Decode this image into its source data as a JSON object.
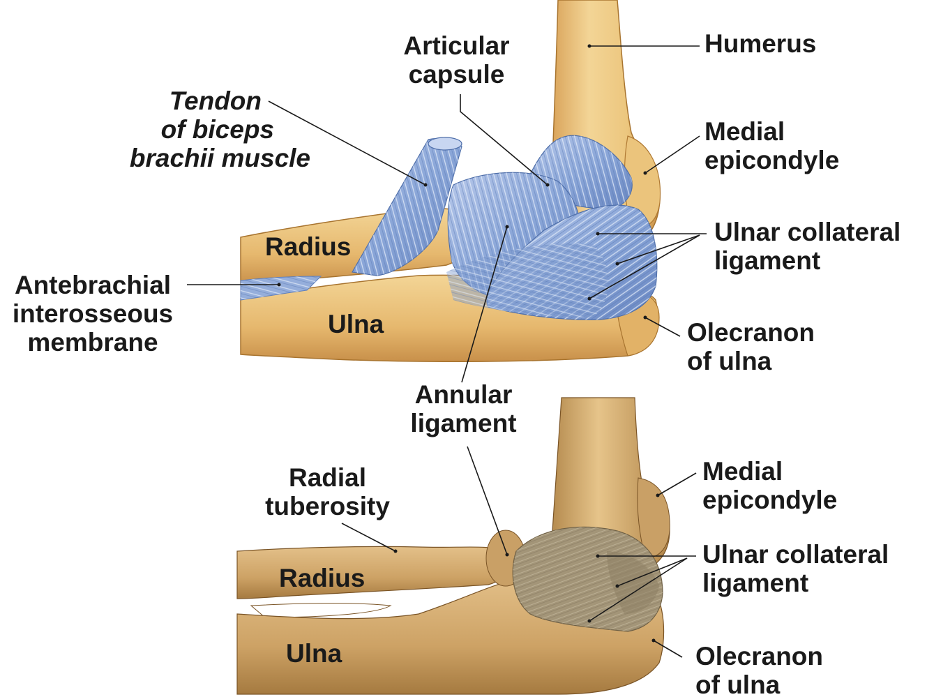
{
  "colors": {
    "bone_light": "#f1cf8e",
    "bone_mid": "#e4b56a",
    "bone_dark": "#c8934a",
    "ligament": "#8aa6d8",
    "ligament_dark": "#5f7fbb",
    "specimen_bone": "#d9b173",
    "specimen_dark": "#a77b3f",
    "specimen_capsule": "#a59879",
    "leader_line": "#1a1a1a",
    "text": "#1a1a1a"
  },
  "top_figure": {
    "labels": {
      "humerus": [
        "Humerus"
      ],
      "articular_capsule": [
        "Articular",
        "capsule"
      ],
      "tendon_biceps": [
        "Tendon",
        "of biceps",
        "brachii muscle"
      ],
      "medial_epicondyle": [
        "Medial",
        "epicondyle"
      ],
      "ulnar_collateral_ligament": [
        "Ulnar collateral",
        "ligament"
      ],
      "radius": [
        "Radius"
      ],
      "antebrachial_membrane": [
        "Antebrachial",
        "interosseous",
        "membrane"
      ],
      "ulna": [
        "Ulna"
      ],
      "olecranon": [
        "Olecranon",
        "of ulna"
      ]
    }
  },
  "shared_labels": {
    "annular_ligament": [
      "Annular",
      "ligament"
    ]
  },
  "bottom_figure": {
    "labels": {
      "radial_tuberosity": [
        "Radial",
        "tuberosity"
      ],
      "medial_epicondyle": [
        "Medial",
        "epicondyle"
      ],
      "ulnar_collateral_ligament": [
        "Ulnar collateral",
        "ligament"
      ],
      "radius": [
        "Radius"
      ],
      "ulna": [
        "Ulna"
      ],
      "olecranon": [
        "Olecranon",
        "of ulna"
      ]
    }
  }
}
